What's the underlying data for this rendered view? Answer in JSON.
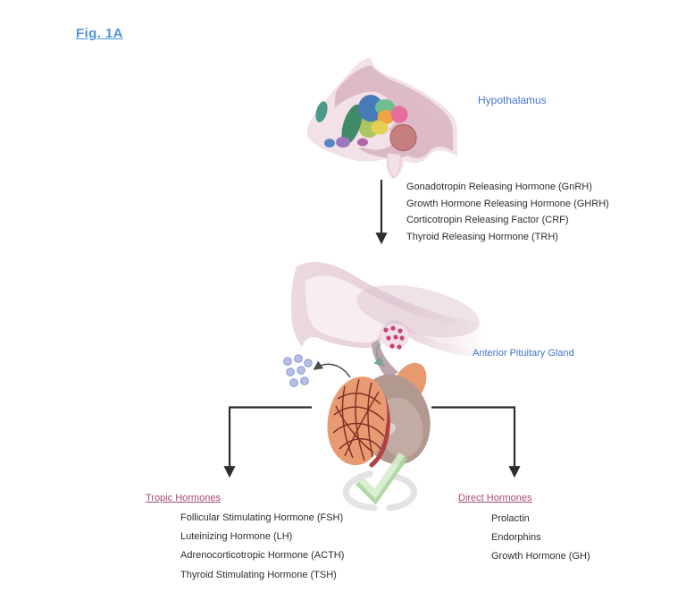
{
  "figure_label": "Fig. 1A",
  "hypothalamus": {
    "label": "Hypothalamus",
    "releasing_hormones": [
      "Gonadotropin Releasing Hormone (GnRH)",
      "Growth Hormone Releasing Hormone (GHRH)",
      "Corticotropin Releasing Factor (CRF)",
      "Thyroid Releasing Hormone (TRH)"
    ]
  },
  "anterior_pituitary": {
    "label": "Anterior Pituitary Gland"
  },
  "tropic_hormones": {
    "header": "Tropic Hormones",
    "items": [
      "Follicular Stimulating Hormone (FSH)",
      "Luteinizing Hormone (LH)",
      "Adrenocorticotropic Hormone (ACTH)",
      "Thyroid Stimulating Hormone (TSH)"
    ]
  },
  "direct_hormones": {
    "header": "Direct Hormones",
    "items": [
      "Prolactin",
      "Endorphins",
      "Growth Hormone (GH)"
    ]
  },
  "icons": {
    "hypothalamus_illustration": "brain-hypothalamus-illustration",
    "pituitary_illustration": "anterior-pituitary-gland-illustration",
    "watermark": "green-checkmark-watermark"
  },
  "colors": {
    "background": "#ffffff",
    "figure_link_blue": "#4f96d8",
    "label_blue": "#4573d2",
    "header_pink": "#a8487c",
    "body_text": "#2d2d2d",
    "arrow_dark": "#2e2e2e",
    "brain_tissue_pink": "#f2e1e7",
    "brain_tissue_mauve": "#d8b5c2",
    "anterior_lobe_orange": "#e89b72",
    "posterior_lobe_taupe": "#b2998f",
    "secretion_dot_blue": "#b6c0e6",
    "releasing_dot_magenta": "#c44679",
    "watermark_green": "#d6eecd"
  }
}
